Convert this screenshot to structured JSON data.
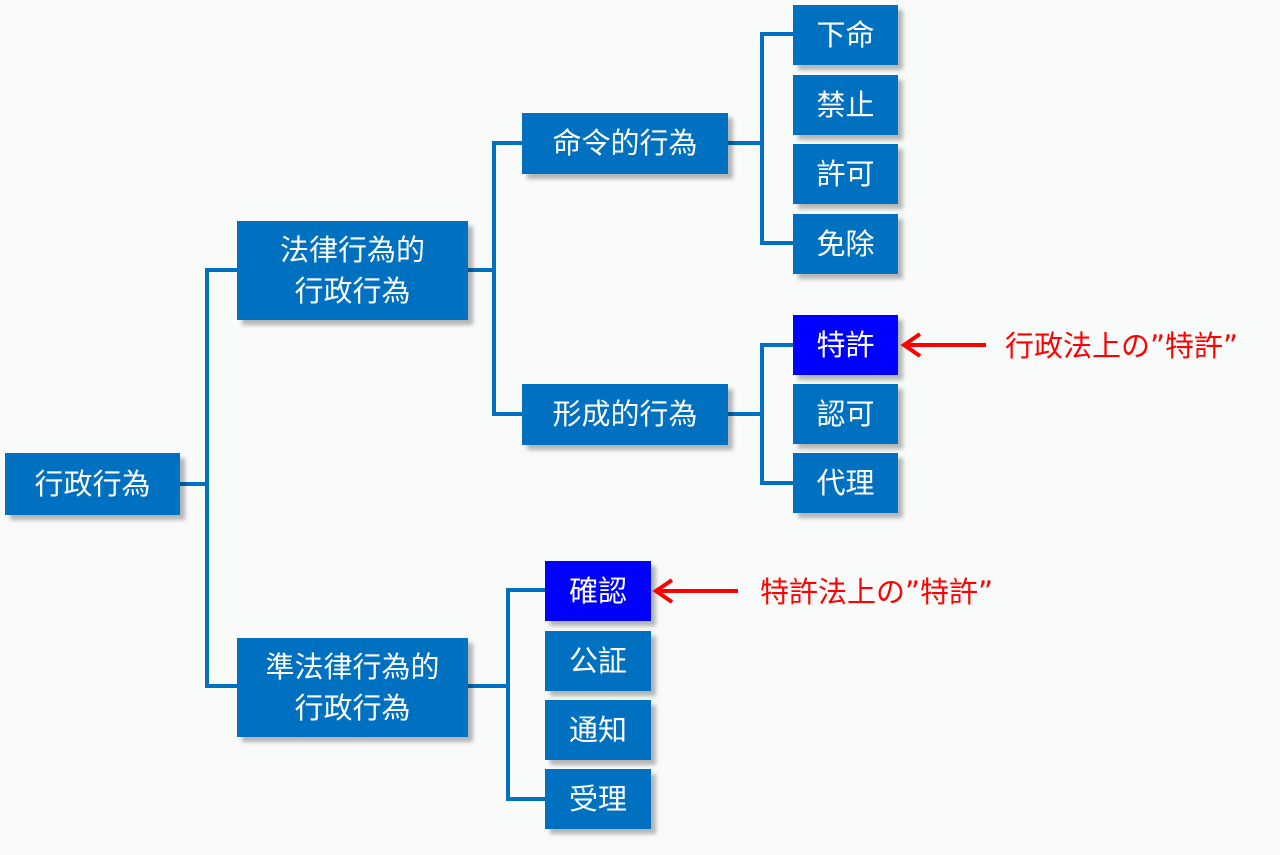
{
  "root": "行政行為",
  "branches": {
    "legal": "法律行為的\n行政行為",
    "quasi": "準法律行為的\n行政行為"
  },
  "sub": {
    "command": "命令的行為",
    "formative": "形成的行為"
  },
  "leaves": {
    "command": [
      "下命",
      "禁止",
      "許可",
      "免除"
    ],
    "formative": [
      "特許",
      "認可",
      "代理"
    ],
    "quasi": [
      "確認",
      "公証",
      "通知",
      "受理"
    ]
  },
  "annotations": {
    "admin_patent": "行政法上の”特許”",
    "patent_law": "特許法上の”特許”"
  },
  "colors": {
    "node": "#0070c0",
    "highlight": "#0000ff",
    "annotation": "#ff0000",
    "background": "#f9fafa"
  }
}
